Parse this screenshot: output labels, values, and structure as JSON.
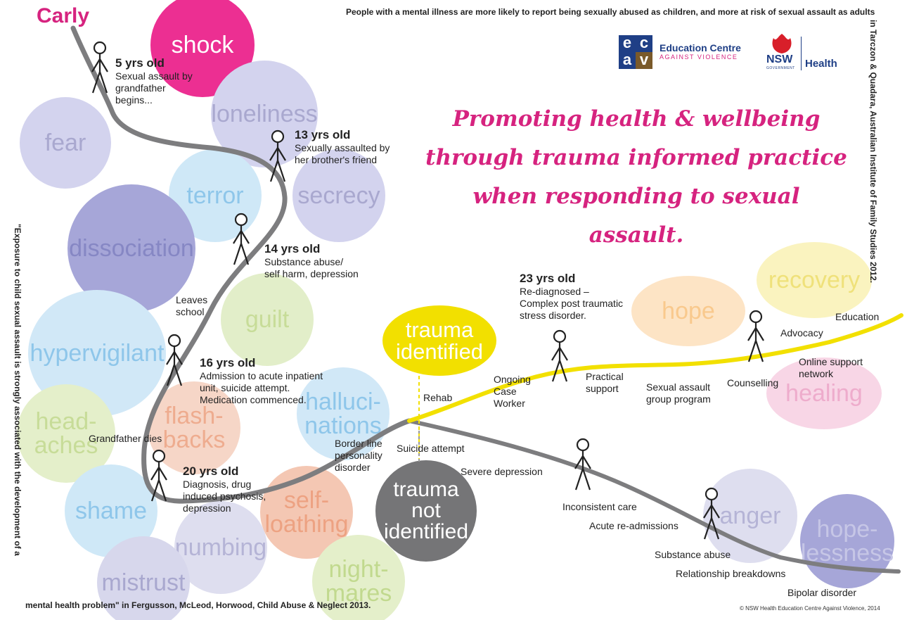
{
  "name": "Carly",
  "colors": {
    "pink": "#d6237f",
    "yellow": "#f2e000",
    "gray": "#7d7d7f"
  },
  "bubbles": [
    {
      "id": "shock",
      "label": "shock",
      "bg": "#ec2f92",
      "fg": "#ffffff"
    },
    {
      "id": "fear",
      "label": "fear",
      "bg": "#d3d3ee",
      "fg": "#a9a8cf"
    },
    {
      "id": "loneliness",
      "label": "loneliness",
      "bg": "#d3d3ee",
      "fg": "#a9a8cf"
    },
    {
      "id": "terror",
      "label": "terror",
      "bg": "#cfe8f7",
      "fg": "#8ec6ea"
    },
    {
      "id": "secrecy",
      "label": "secrecy",
      "bg": "#d3d3ee",
      "fg": "#a9a8cf"
    },
    {
      "id": "dissociation",
      "label": "dissociation",
      "bg": "#a6a6d8",
      "fg": "#8687c4"
    },
    {
      "id": "guilt",
      "label": "guilt",
      "bg": "#e2eec9",
      "fg": "#c7dc98"
    },
    {
      "id": "hypervigilant",
      "label": "hypervigilant",
      "bg": "#d1e8f7",
      "fg": "#8ec6ea"
    },
    {
      "id": "headaches",
      "label": "head-\naches",
      "bg": "#e4efca",
      "fg": "#c7dc98"
    },
    {
      "id": "flashbacks",
      "label": "flash-\nbacks",
      "bg": "#f6d6c7",
      "fg": "#eeac8f"
    },
    {
      "id": "hallucinations",
      "label": "halluci-\nnations",
      "bg": "#d1e8f7",
      "fg": "#8ec6ea"
    },
    {
      "id": "shame",
      "label": "shame",
      "bg": "#cfe8f7",
      "fg": "#8ec6ea"
    },
    {
      "id": "numbing",
      "label": "numbing",
      "bg": "#dedeef",
      "fg": "#b5b4d6"
    },
    {
      "id": "mistrust",
      "label": "mistrust",
      "bg": "#d7d7ec",
      "fg": "#a9a8cf"
    },
    {
      "id": "selfloathing",
      "label": "self-\nloathing",
      "bg": "#f4c7b3",
      "fg": "#eda282"
    },
    {
      "id": "nightmares",
      "label": "night-\nmares",
      "bg": "#e4efca",
      "fg": "#c1d98e"
    },
    {
      "id": "trauma_identified",
      "label": "trauma\nidentified",
      "bg": "#f2e000",
      "fg": "#ffffff"
    },
    {
      "id": "trauma_not_identified",
      "label": "trauma\nnot\nidentified",
      "bg": "#757577",
      "fg": "#ffffff"
    },
    {
      "id": "hope",
      "label": "hope",
      "bg": "#fde4c5",
      "fg": "#f9c98d"
    },
    {
      "id": "recovery",
      "label": "recovery",
      "bg": "#faf3bf",
      "fg": "#efe17a"
    },
    {
      "id": "healing",
      "label": "healing",
      "bg": "#f8d6e6",
      "fg": "#eeaccc"
    },
    {
      "id": "anger",
      "label": "anger",
      "bg": "#dedeef",
      "fg": "#b5b4d6"
    },
    {
      "id": "hopelessness",
      "label": "hope-\nlessness",
      "bg": "#a6a6d8",
      "fg": "#c6c6e6"
    }
  ],
  "events": [
    {
      "id": "e5",
      "age": "5 yrs old",
      "text": "Sexual assault by\ngrandfather\nbegins..."
    },
    {
      "id": "e13",
      "age": "13 yrs old",
      "text": "Sexually assaulted by\nher brother's friend"
    },
    {
      "id": "e14",
      "age": "14 yrs old",
      "text": "Substance abuse/\nself harm, depression"
    },
    {
      "id": "e16",
      "age": "16 yrs old",
      "text": "Admission to acute inpatient\nunit, suicide attempt.\nMedication commenced."
    },
    {
      "id": "e20",
      "age": "20 yrs old",
      "text": "Diagnosis, drug\ninduced psychosis,\ndepression"
    },
    {
      "id": "e23",
      "age": "23 yrs old",
      "text": "Re-diagnosed –\nComplex post traumatic\nstress disorder."
    }
  ],
  "labels": [
    {
      "id": "leaves_school",
      "text": "Leaves\nschool"
    },
    {
      "id": "grandfather_dies",
      "text": "Grandfather dies"
    },
    {
      "id": "borderline",
      "text": "Border line\npersonality\ndisorder"
    },
    {
      "id": "suicide_attempt",
      "text": "Suicide attempt"
    },
    {
      "id": "rehab",
      "text": "Rehab"
    },
    {
      "id": "severe_depression",
      "text": "Severe depression"
    },
    {
      "id": "ongoing",
      "text": "Ongoing\nCase\nWorker"
    },
    {
      "id": "practical",
      "text": "Practical\nsupport"
    },
    {
      "id": "group",
      "text": "Sexual assault\ngroup program"
    },
    {
      "id": "counselling",
      "text": "Counselling"
    },
    {
      "id": "advocacy",
      "text": "Advocacy"
    },
    {
      "id": "education",
      "text": "Education"
    },
    {
      "id": "online",
      "text": "Online support\nnetwork"
    },
    {
      "id": "inconsistent",
      "text": "Inconsistent care"
    },
    {
      "id": "acute",
      "text": "Acute re-admissions"
    },
    {
      "id": "substance",
      "text": "Substance abuse"
    },
    {
      "id": "relationship",
      "text": "Relationship breakdowns"
    },
    {
      "id": "bipolar",
      "text": "Bipolar disorder"
    }
  ],
  "header_note": "People with a mental illness are more likely to report being sexually abused as children, and more at risk of sexual assault as adults",
  "title": "Promoting health & wellbeing\nthrough trauma informed practice\nwhen responding to sexual assault.",
  "logos": {
    "ecav_letters": [
      "e",
      "c",
      "a",
      "v"
    ],
    "ecav_name": "Education Centre",
    "ecav_sub": "AGAINST VIOLENCE",
    "nsw": "NSW",
    "nsw_sub": "GOVERNMENT",
    "health": "Health"
  },
  "right_citation": "in Tarczon & Quadara, Australian Institute of Family Studies 2012.",
  "left_quote": "\"Exposure to child sexual assault is strongly associated with the development of a",
  "bottom_quote": "mental health problem\" in Fergusson, McLeod, Horwood, Child Abuse & Neglect 2013.",
  "copyright": "© NSW Health Education Centre Against Violence, 2014"
}
